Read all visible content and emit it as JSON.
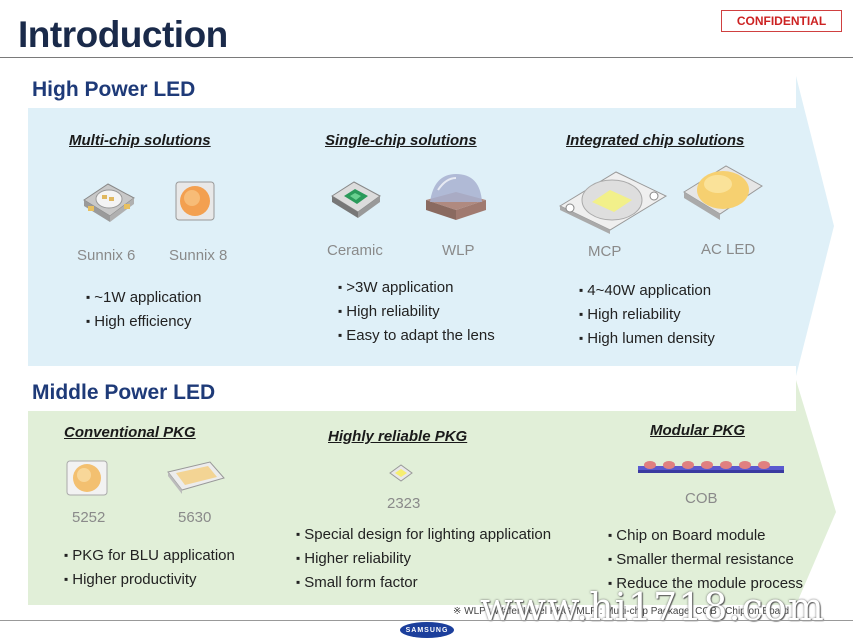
{
  "header": {
    "title": "Introduction",
    "confidential": "CONFIDENTIAL"
  },
  "high_power": {
    "title": "High Power LED",
    "groups": [
      {
        "title": "Multi-chip solutions",
        "products": [
          "Sunnix 6",
          "Sunnix 8"
        ],
        "bullets": [
          "~1W application",
          "High efficiency"
        ]
      },
      {
        "title": "Single-chip solutions",
        "products": [
          "Ceramic",
          "WLP"
        ],
        "bullets": [
          ">3W application",
          "High reliability",
          "Easy to adapt the lens"
        ]
      },
      {
        "title": "Integrated chip solutions",
        "products": [
          "MCP",
          "AC LED"
        ],
        "bullets": [
          "4~40W application",
          "High reliability",
          "High lumen density"
        ]
      }
    ]
  },
  "middle_power": {
    "title": "Middle Power LED",
    "groups": [
      {
        "title": "Conventional PKG",
        "products": [
          "5252",
          "5630"
        ],
        "bullets": [
          "PKG for BLU application",
          "Higher productivity"
        ]
      },
      {
        "title": "Highly reliable PKG",
        "products": [
          "2323"
        ],
        "bullets": [
          "Special design for lighting application",
          "Higher reliability",
          "Small form factor"
        ]
      },
      {
        "title": "Modular PKG",
        "products": [
          "COB"
        ],
        "bullets": [
          "Chip on Board module",
          "Smaller thermal resistance",
          "Reduce the module process"
        ]
      }
    ]
  },
  "footer": {
    "footnote": "※ WLP : Wafer Level PKG, MLP : Multi-chip Package, COB : Chip on Board",
    "watermark": "www.hi1718.com",
    "brand": "SAMSUNG"
  },
  "colors": {
    "title": "#1a2a4a",
    "section": "#1e3a78",
    "hp_band": "#dff0f8",
    "mp_band": "#e1efd8",
    "confidential": "#cc2222"
  }
}
